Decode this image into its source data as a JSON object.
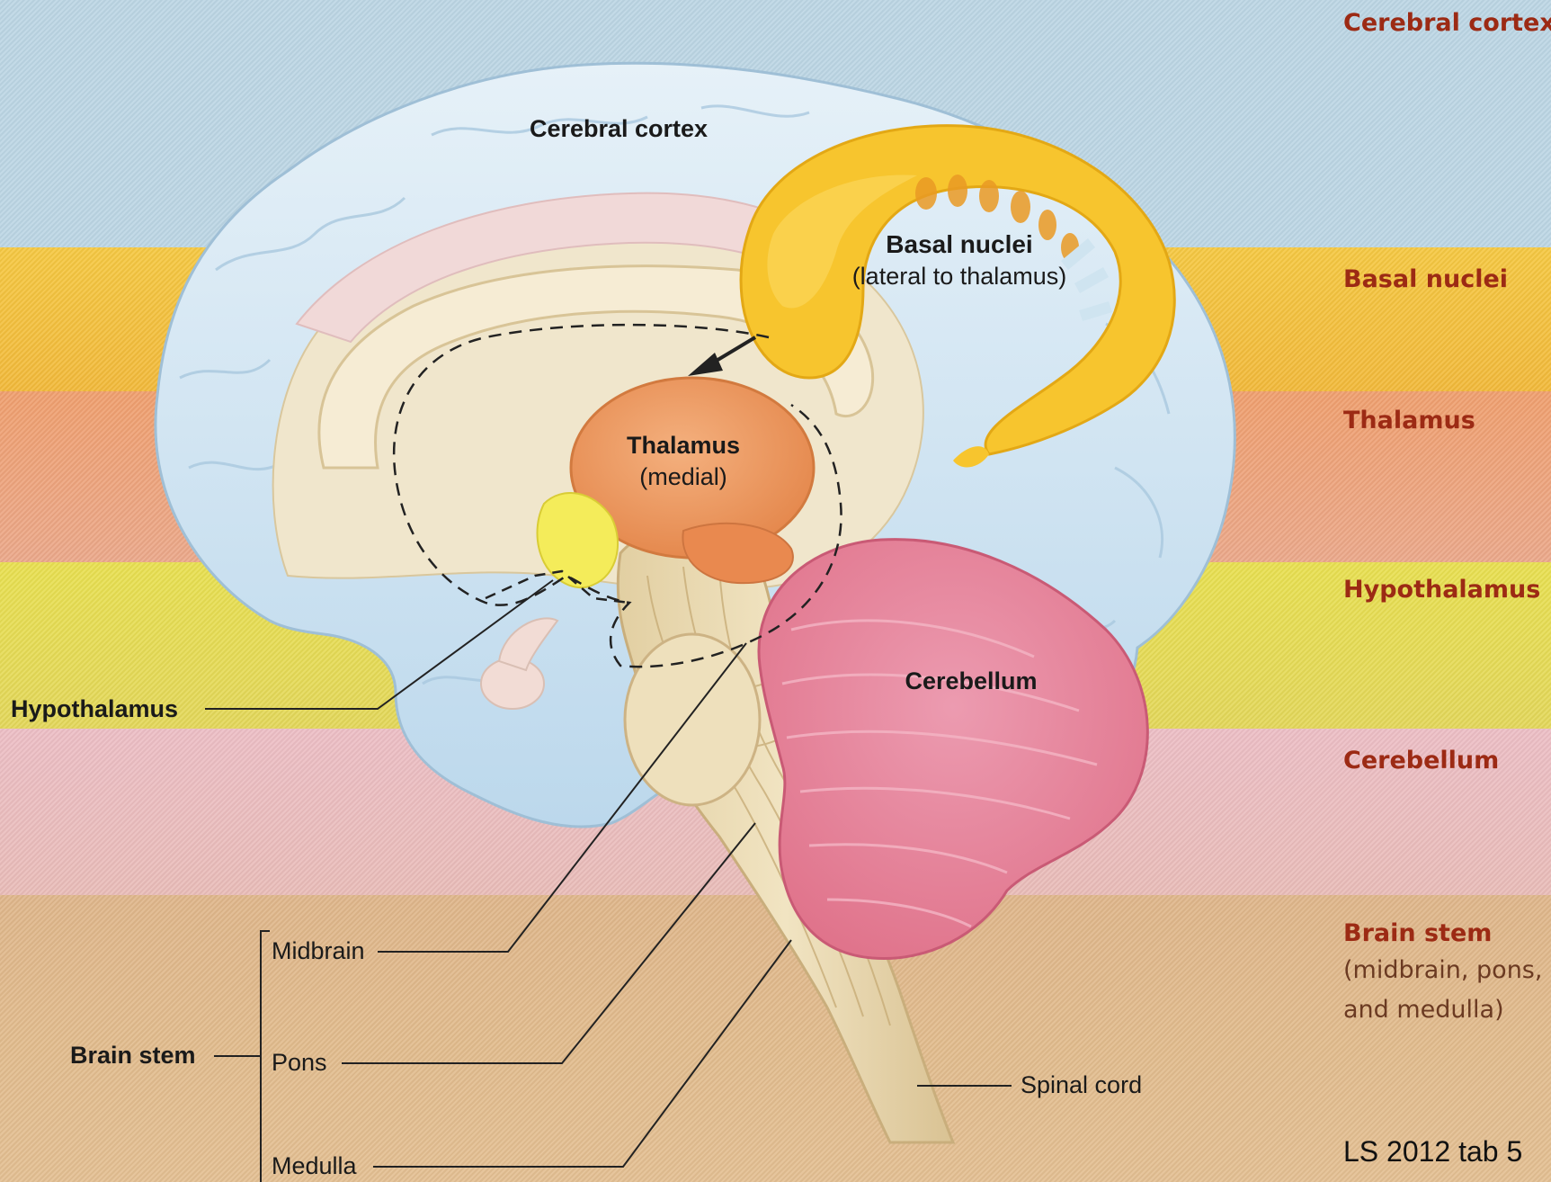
{
  "diagram": {
    "structures": {
      "cerebral_cortex": "Cerebral cortex",
      "basal_nuclei": "Basal nuclei",
      "basal_nuclei_note": "(lateral to thalamus)",
      "thalamus": "Thalamus",
      "thalamus_note": "(medial)",
      "cerebellum": "Cerebellum",
      "hypothalamus": "Hypothalamus",
      "brain_stem": "Brain stem",
      "midbrain": "Midbrain",
      "pons": "Pons",
      "medulla": "Medulla",
      "spinal_cord": "Spinal cord"
    },
    "legend": {
      "cerebral_cortex": "Cerebral cortex",
      "basal_nuclei": "Basal nuclei",
      "thalamus": "Thalamus",
      "hypothalamus": "Hypothalamus",
      "cerebellum": "Cerebellum",
      "brain_stem": "Brain stem",
      "brain_stem_line2": "(midbrain, pons,",
      "brain_stem_line3": "and medulla)"
    },
    "caption": "LS 2012 tab 5",
    "colors": {
      "cortex_band": "#bcd6e4",
      "basal_band": "#f2c63a",
      "thalamus_band": "#ec9c74",
      "hypothalamus_band": "#e6df4a",
      "cerebellum_band": "#eabcc4",
      "brainstem_band": "#dcb88e",
      "cortex": "#d8e9f4",
      "basal_nuclei": "#f7c42c",
      "thalamus": "#ef9a62",
      "cerebellum": "#e8869a",
      "brainstem": "#eadbb4",
      "legend_text": "#9c2a14"
    }
  }
}
